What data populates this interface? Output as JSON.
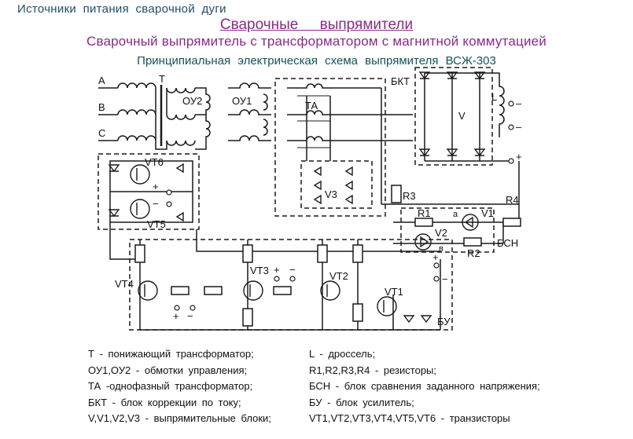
{
  "header": {
    "topic": "Источники питания сварочной дуги",
    "section": "Сварочные выпрямители",
    "subtitle": "Сварочный выпрямитель с трансформатором с магнитной коммутацией",
    "caption": "Принципиальная электрическая схема выпрямителя ВСЖ-303"
  },
  "diagram": {
    "phases": [
      "A",
      "B",
      "C"
    ],
    "labels": {
      "t": "T",
      "ou1": "ОУ1",
      "ou2": "ОУ2",
      "ta": "ТА",
      "bkt": "БКТ",
      "v": "V",
      "l": "L",
      "v3": "V3",
      "r3": "R3",
      "r1": "R1",
      "r2": "R2",
      "r4": "R4",
      "v1": "V1",
      "v2": "V2",
      "bsn": "БСН",
      "alpha": "а",
      "beta": "в",
      "vt1": "VT1",
      "vt2": "VT2",
      "vt3": "VT3",
      "vt4": "VT4",
      "vt5": "VT5",
      "vt6": "VT6",
      "bu": "БУ"
    },
    "terminal_signs": {
      "plus": "+",
      "minus": "−",
      "output_minus": "–",
      "output_plus": "+"
    }
  },
  "legend": {
    "left": [
      {
        "term": "Т",
        "desc": "- понижающий трансформатор;"
      },
      {
        "term": "ОУ1,ОУ2",
        "desc": "- обмотки управления;"
      },
      {
        "term": "ТА",
        "desc": "-однофазный трансформатор;"
      },
      {
        "term": "БКТ",
        "desc": "- блок коррекции по току;"
      },
      {
        "term": "V,V1,V2,V3",
        "desc": "- выпрямительные блоки;"
      }
    ],
    "right": [
      {
        "term": "L",
        "desc": "- дроссель;"
      },
      {
        "term": "R1,R2,R3,R4",
        "desc": "- резисторы;"
      },
      {
        "term": "БСН",
        "desc": "- блок сравнения заданного напряжения;"
      },
      {
        "term": "БУ",
        "desc": "- блок усилитель;"
      },
      {
        "term": "VT1,VT2,VT3,VT4,VT5,VT6",
        "desc": "- транзисторы"
      }
    ]
  }
}
